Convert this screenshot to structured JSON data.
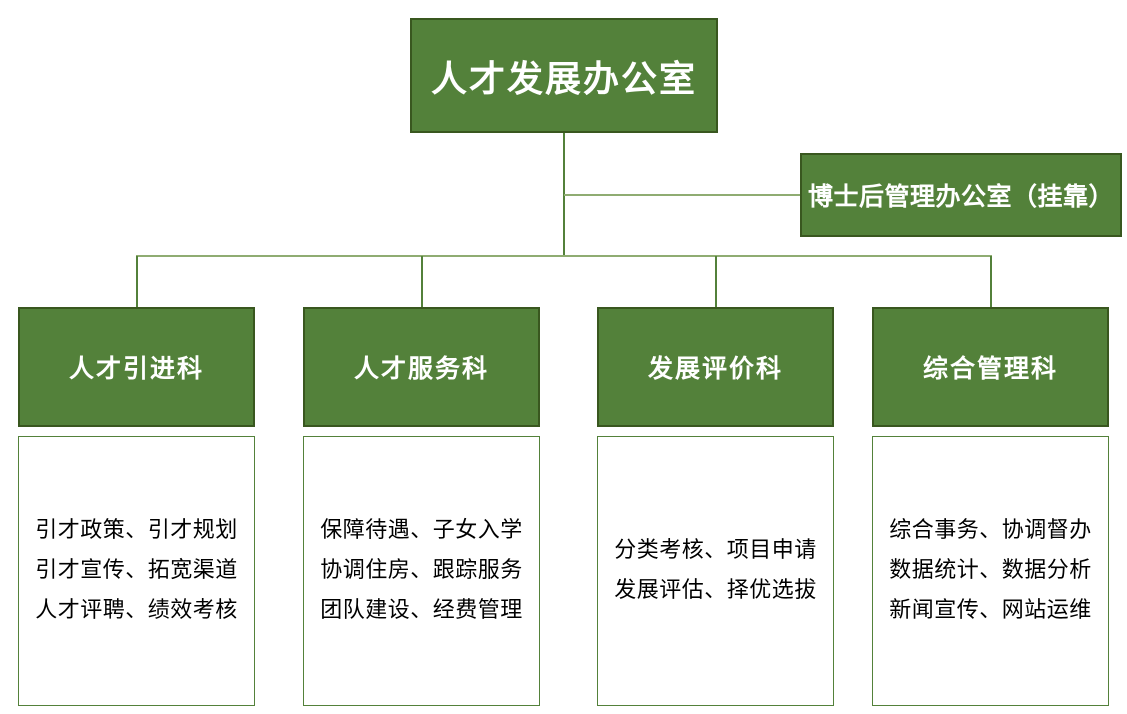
{
  "org_chart": {
    "root": {
      "label": "人才发展办公室"
    },
    "affiliate": {
      "label": "博士后管理办公室（挂靠）"
    },
    "departments": [
      {
        "label": "人才引进科",
        "duties": [
          "引才政策、引才规划",
          "引才宣传、拓宽渠道",
          "人才评聘、绩效考核"
        ]
      },
      {
        "label": "人才服务科",
        "duties": [
          "保障待遇、子女入学",
          "协调住房、跟踪服务",
          "团队建设、经费管理"
        ]
      },
      {
        "label": "发展评价科",
        "duties": [
          "分类考核、项目申请",
          "发展评估、择优选拔"
        ]
      },
      {
        "label": "综合管理科",
        "duties": [
          "综合事务、协调督办",
          "数据统计、数据分析",
          "新闻宣传、网站运维"
        ]
      }
    ],
    "colors": {
      "box_fill": "#53813A",
      "box_border": "#39571F",
      "connector_vertical": "#53813A",
      "connector_horizontal": "#8FAC72",
      "duty_box_border": "#53813A",
      "text_on_green": "#FFFFFF",
      "duty_text": "#000000",
      "background": "#FFFFFF"
    }
  }
}
